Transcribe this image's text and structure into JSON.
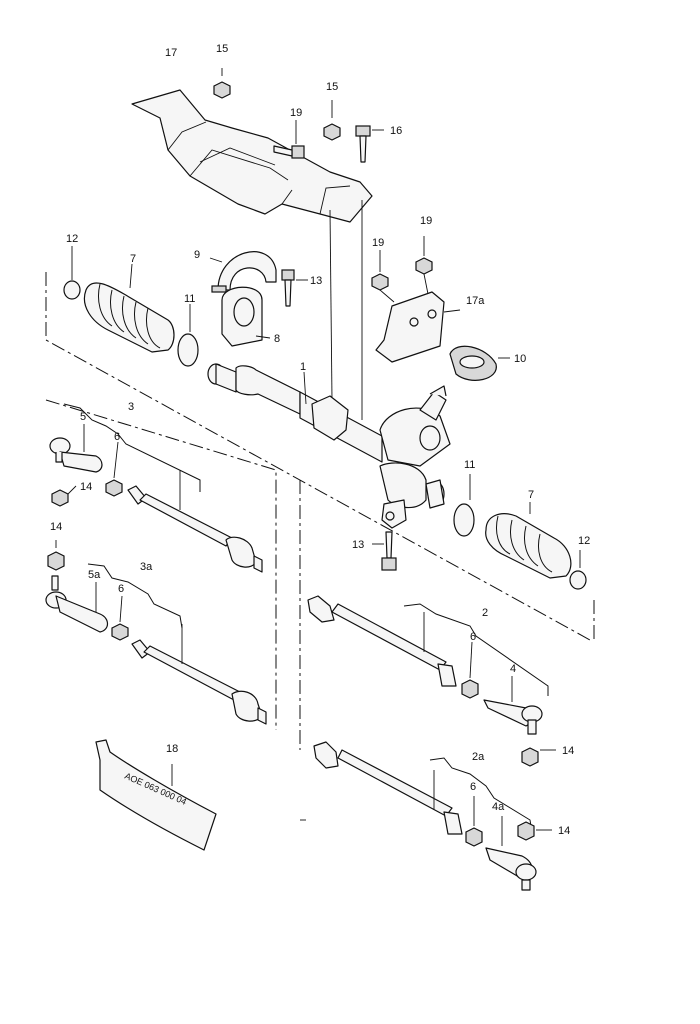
{
  "callouts": {
    "c1": "1",
    "c2": "2",
    "c2a": "2a",
    "c3": "3",
    "c3a": "3a",
    "c4": "4",
    "c4a": "4a",
    "c5": "5",
    "c5a": "5a",
    "c6_left": "6",
    "c6_left_a": "6",
    "c6_right": "6",
    "c6_right_a": "6",
    "c7_left": "7",
    "c7_right": "7",
    "c8": "8",
    "c9": "9",
    "c10": "10",
    "c11_left": "11",
    "c11_right": "11",
    "c12_left": "12",
    "c12_right": "12",
    "c13_top": "13",
    "c13_bottom": "13",
    "c14_a": "14",
    "c14_b": "14",
    "c14_c": "14",
    "c14_d": "14",
    "c15_a": "15",
    "c15_b": "15",
    "c16": "16",
    "c17": "17",
    "c17a": "17a",
    "c18": "18",
    "c19_a": "19",
    "c19_b": "19",
    "c19_c": "19"
  },
  "tube_label": "AOE 063 000 04"
}
